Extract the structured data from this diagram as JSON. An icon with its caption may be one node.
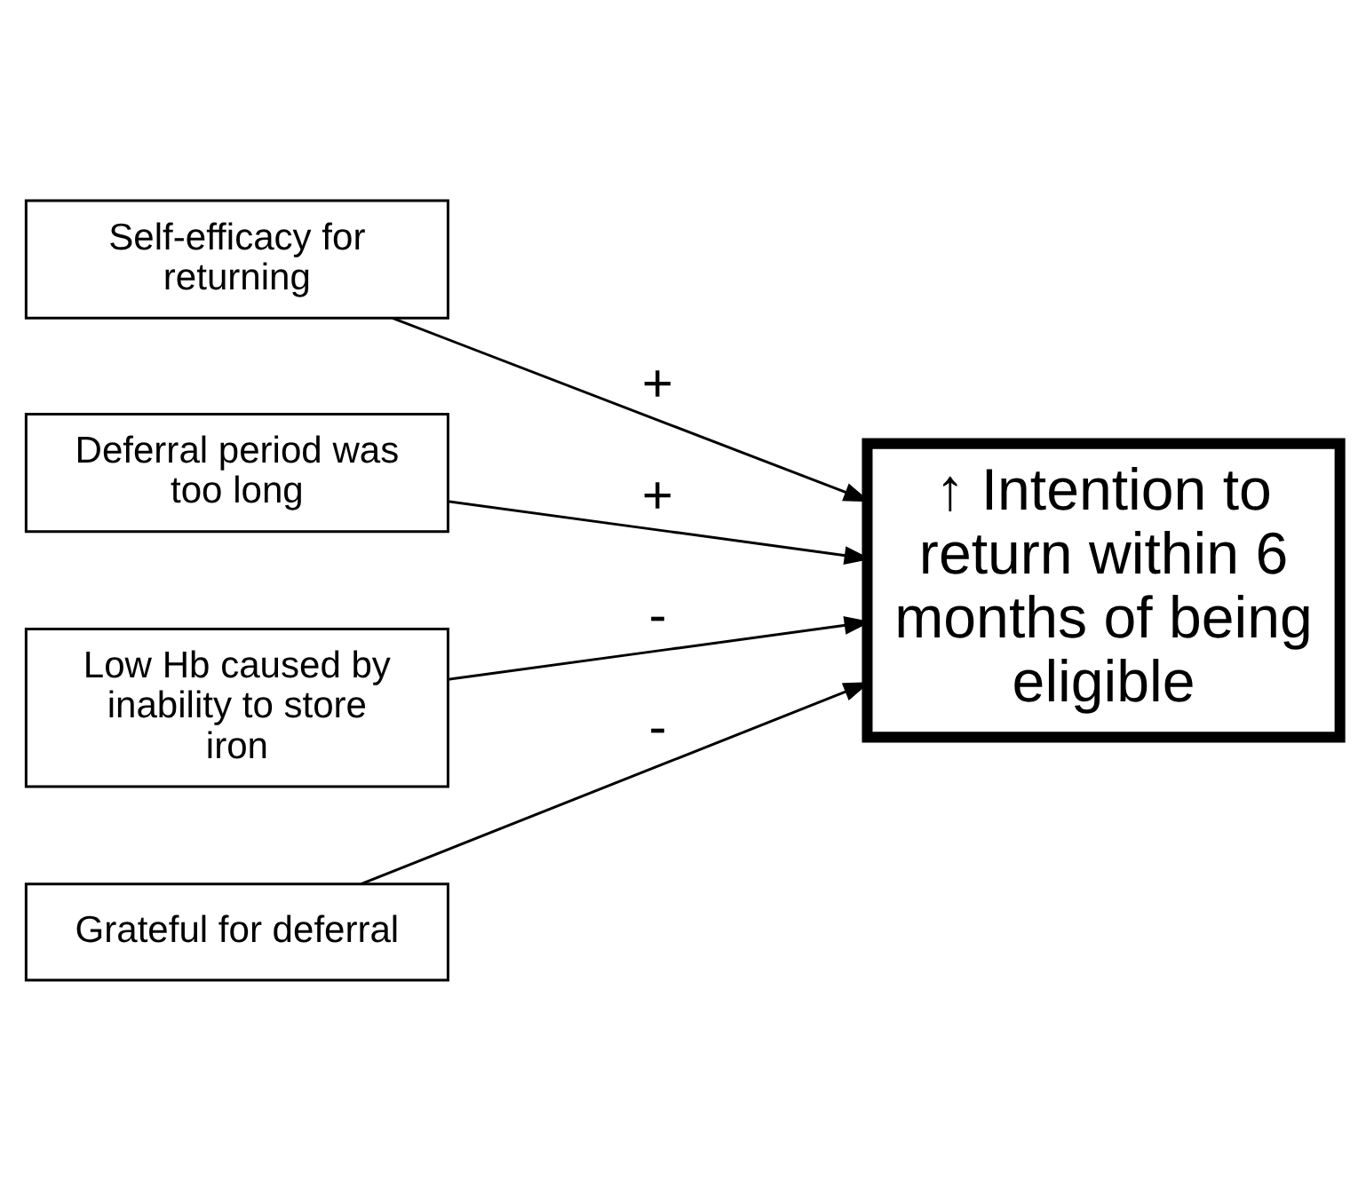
{
  "diagram": {
    "nodes": [
      {
        "text": [
          "Self-efficacy for returning"
        ]
      },
      {
        "text": [
          "Deferral period was too long"
        ]
      },
      {
        "text": [
          "Low Hb caused by inability to store iron"
        ]
      },
      {
        "text": [
          "Grateful for deferral"
        ]
      },
      {
        "text": [
          "↑ Intention to return within 6 months of being eligible"
        ]
      }
    ],
    "edges": [
      {
        "from": 0,
        "to": 4,
        "arrow": "to",
        "label": "+"
      },
      {
        "from": 1,
        "to": 4,
        "arrow": "to",
        "label": "+"
      },
      {
        "from": 2,
        "to": 4,
        "arrow": "to",
        "label": "-"
      },
      {
        "from": 3,
        "to": 4,
        "arrow": "to",
        "label": "-"
      }
    ]
  }
}
